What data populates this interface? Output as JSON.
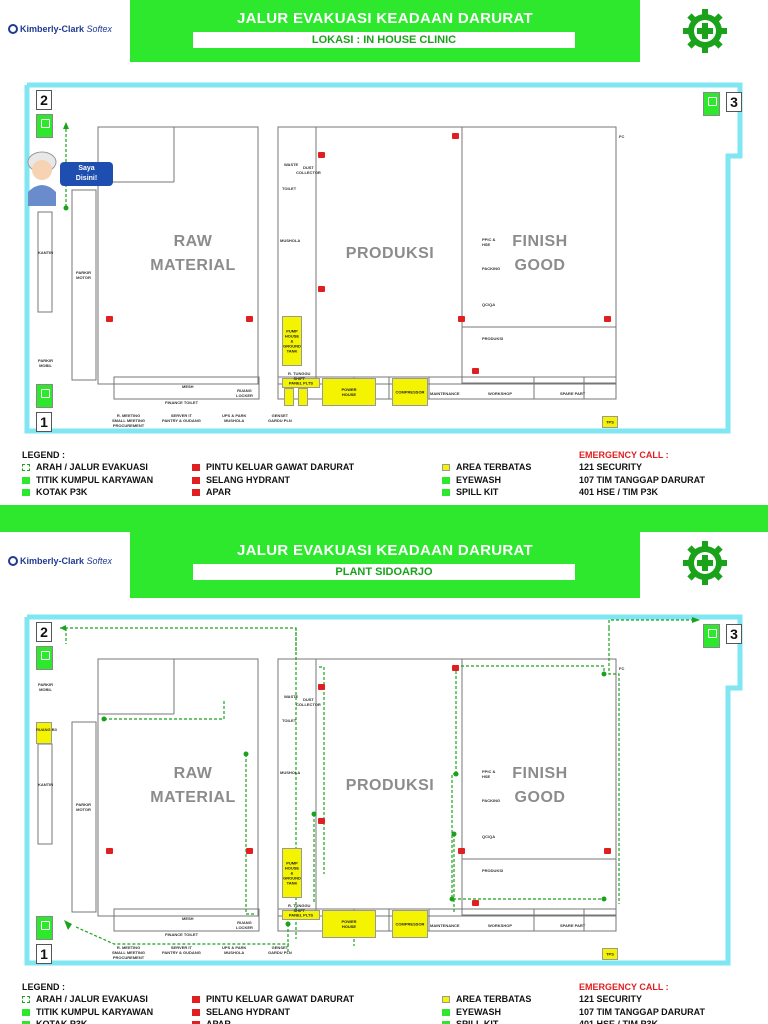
{
  "brand": {
    "name": "Kimberly-Clark",
    "product": "Softex"
  },
  "maps": [
    {
      "title": "JALUR EVAKUASI KEADAAN DARURAT",
      "subtitle": "LOKASI : IN HOUSE CLINIC",
      "you_are_here": "Saya\nDisini!"
    },
    {
      "title": "JALUR EVAKUASI KEADAAN DARURAT",
      "subtitle": "PLANT SIDOARJO"
    }
  ],
  "assembly_points": {
    "p1": "1",
    "p2": "2",
    "p3": "3"
  },
  "zones": {
    "raw_material": "RAW\nMATERIAL",
    "produksi": "PRODUKSI",
    "finish_good": "FINISH\nGOOD"
  },
  "rooms": {
    "pump_house": "PUMP\nHOUSE\n&\nGROUND\nTANK",
    "panel_plts": "PANEL PLTS",
    "power_house": "POWER\nHOUSE",
    "compressor": "COMPRESSOR",
    "maintenance": "MAINTENANCE",
    "workshop": "WORKSHOP",
    "spare_part": "SPARE PART",
    "tps": "TPS",
    "genset": "GENSET\nGARDU PLN",
    "mesh": "MESH",
    "finance_toilet": "FINANCE TOILET",
    "ruang_locker": "RUANG\nLOCKER",
    "r_meeting": "R. MEETING\nSMALL MEETING\nPROCUREMENT",
    "server": "SERVER IT\nPANTRY & GUDANG",
    "ups": "UPS & PARK\nMUSHOLA",
    "kantin": "KANTIN",
    "parkir_motor": "PARKIR\nMOTOR",
    "parkir_mobil": "PARKIR\nMOBIL",
    "waste": "WASTE",
    "dust_collector": "DUST\nCOLLECTOR",
    "toilet": "TOILET",
    "mushola": "MUSHOLA",
    "r_tunggu": "R. TUNGGU\nSHIFT",
    "ppic": "PPIC &\nHSE",
    "packing": "PACKING",
    "qc": "QC/QA",
    "produksi_office": "PRODUKSI",
    "fc": "FC",
    "ruang_b3": "RUANG B3"
  },
  "legend": {
    "header": "LEGEND :",
    "items_col1": [
      "ARAH / JALUR EVAKUASI",
      "TITIK KUMPUL KARYAWAN",
      "KOTAK P3K"
    ],
    "items_col2": [
      "PINTU KELUAR GAWAT DARURAT",
      "SELANG HYDRANT",
      "APAR"
    ],
    "items_col3": [
      "AREA TERBATAS",
      "EYEWASH",
      "SPILL KIT"
    ],
    "emergency_header": "EMERGENCY CALL :",
    "emergency_items": [
      "121 SECURITY",
      "107 TIM TANGGAP DARURAT",
      "401 HSE / TIM P3K"
    ]
  },
  "colors": {
    "brand_green": "#2ee82e",
    "wall_cyan": "#7fe6f2",
    "route": "#1aa31a",
    "exit_red": "#e02020",
    "restricted_yellow": "#f4f400",
    "text_blue": "#1f3a93"
  }
}
